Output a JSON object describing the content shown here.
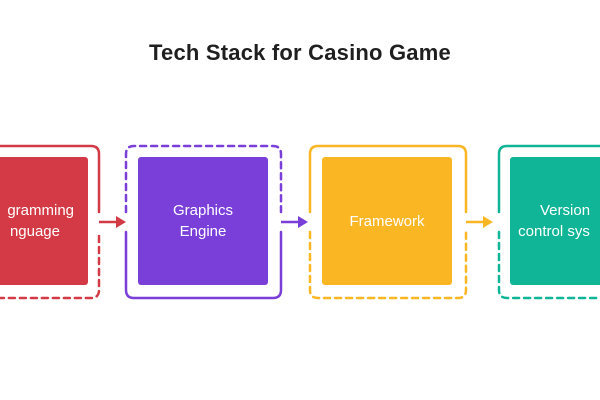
{
  "title": "Tech Stack for Casino Game",
  "steps": [
    {
      "lines": [
        "gramming",
        "nguage"
      ],
      "color": "#d33a45"
    },
    {
      "lines": [
        "Graphics",
        "Engine"
      ],
      "color": "#7a3fd9"
    },
    {
      "lines": [
        "Framework"
      ],
      "color": "#fbb624"
    },
    {
      "lines": [
        "Version",
        "control sys"
      ],
      "color": "#10b496"
    }
  ]
}
